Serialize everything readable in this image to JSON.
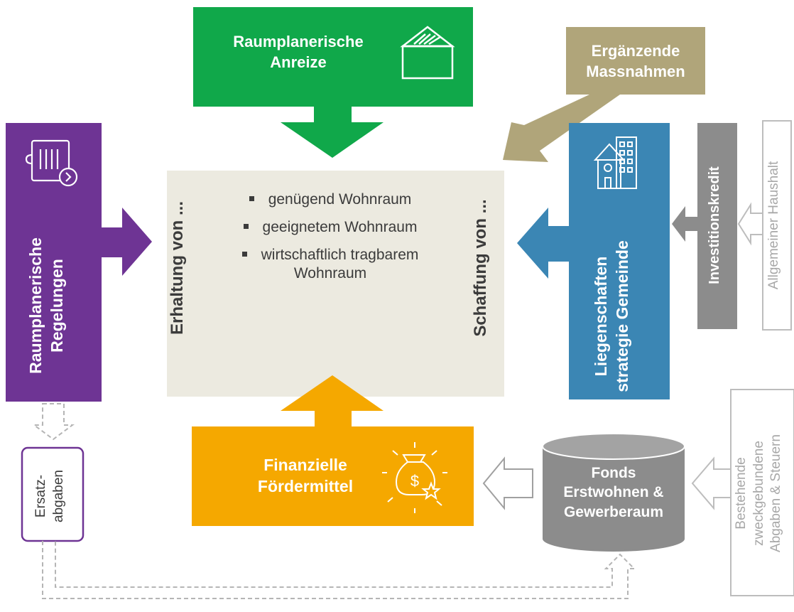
{
  "top": {
    "line1": "Raumplanerische",
    "line2": "Anreize"
  },
  "right_top": {
    "line1": "Ergänzende",
    "line2": "Massnahmen"
  },
  "left": {
    "line1": "Raumplanerische",
    "line2": "Regelungen"
  },
  "center": {
    "left_label": "Erhaltung von ...",
    "right_label": "Schaffung von ...",
    "items": [
      "genügend Wohnraum",
      "geeignetem Wohnraum",
      "wirtschaftlich tragbarem"
    ],
    "item3_cont": "Wohnraum"
  },
  "right": {
    "line1": "Liegenschaften",
    "line2": "strategie Gemeinde"
  },
  "credit": "Investitionskredit",
  "budget": "Allgemeiner Haushalt",
  "bottom": {
    "line1": "Finanzielle",
    "line2": "Fördermittel"
  },
  "fonds": {
    "line1": "Fonds",
    "line2": "Erstwohnen &",
    "line3": "Gewerberaum"
  },
  "existing": {
    "line1": "Bestehende",
    "line2": "zweckgebundene",
    "line3": "Abgaben & Steuern"
  },
  "ersatz": {
    "line1": "Ersatz-",
    "line2": "abgaben"
  },
  "colors": {
    "green": "#10a84a",
    "olive": "#b0a57a",
    "purple": "#6e3494",
    "blue": "#3b86b4",
    "gray": "#8c8c8c",
    "orange": "#f5a800",
    "beige": "#eceae0"
  }
}
